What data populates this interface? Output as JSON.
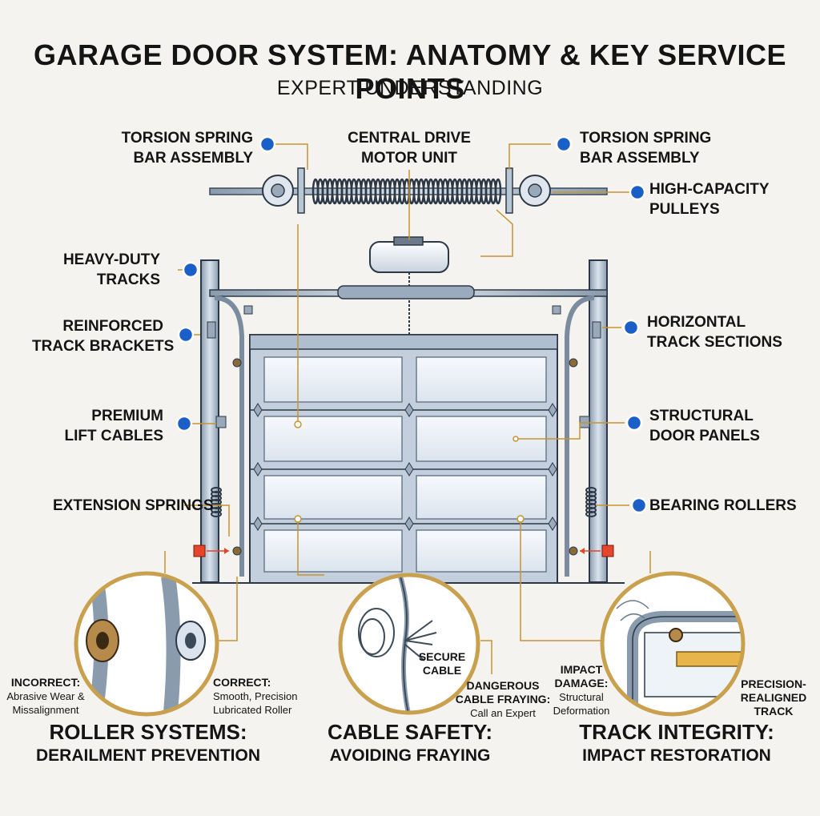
{
  "title": "Garage Door System: Anatomy & Key Service Points",
  "subtitle": "EXPERT UNDERSTANDING",
  "labels": {
    "spring_left": [
      "TORSION SPRING",
      "BAR ASSEMBLY"
    ],
    "motor": [
      "CENTRAL DRIVE",
      "MOTOR UNIT"
    ],
    "spring_right": [
      "TORSION SPRING",
      "BAR ASSEMBLY"
    ],
    "pulleys": [
      "HIGH-CAPACITY",
      "PULLEYS"
    ],
    "tracks": [
      "HEAVY-DUTY",
      "TRACKS"
    ],
    "brackets": [
      "REINFORCED",
      "TRACK BRACKETS"
    ],
    "horizontal": [
      "HORIZONTAL",
      "TRACK SECTIONS"
    ],
    "cables": [
      "PREMIUM",
      "LIFT CABLES"
    ],
    "panels": [
      "STRUCTURAL",
      "DOOR PANELS"
    ],
    "ext_springs": "EXTENSION SPRINGS",
    "rollers": "BEARING ROLLERS"
  },
  "details": {
    "incorrect": {
      "title": "INCORRECT:",
      "lines": [
        "Abrasive Wear &",
        "Missalignment"
      ]
    },
    "correct": {
      "title": "CORRECT:",
      "lines": [
        "Smooth, Precision",
        "Lubricated Roller"
      ]
    },
    "secure_cable": [
      "SECURE",
      "CABLE"
    ],
    "dangerous": {
      "title": [
        "DANGEROUS",
        "CABLE FRAYING:"
      ],
      "line": "Call an Expert"
    },
    "impact": {
      "title": [
        "IMPACT",
        "DAMAGE:"
      ],
      "lines": [
        "Structural",
        "Deformation"
      ]
    },
    "realigned": [
      "PRECISION-",
      "REALIGNED",
      "TRACK"
    ]
  },
  "sections": {
    "roller": {
      "h1": "ROLLER SYSTEMS:",
      "h2": "DERAILMENT PREVENTION"
    },
    "cable": {
      "h1": "CABLE SAFETY:",
      "h2": "AVOIDING FRAYING"
    },
    "track": {
      "h1": "TRACK INTEGRITY:",
      "h2": "IMPACT RESTORATION"
    }
  },
  "colors": {
    "callout_dot": "#1a5fc8",
    "leader_line": "#c8932f",
    "circle_border": "#c9a04e",
    "service_marker": "#e5452a",
    "steel": "#aab9c9",
    "panel_fill": "#e9eff6"
  }
}
